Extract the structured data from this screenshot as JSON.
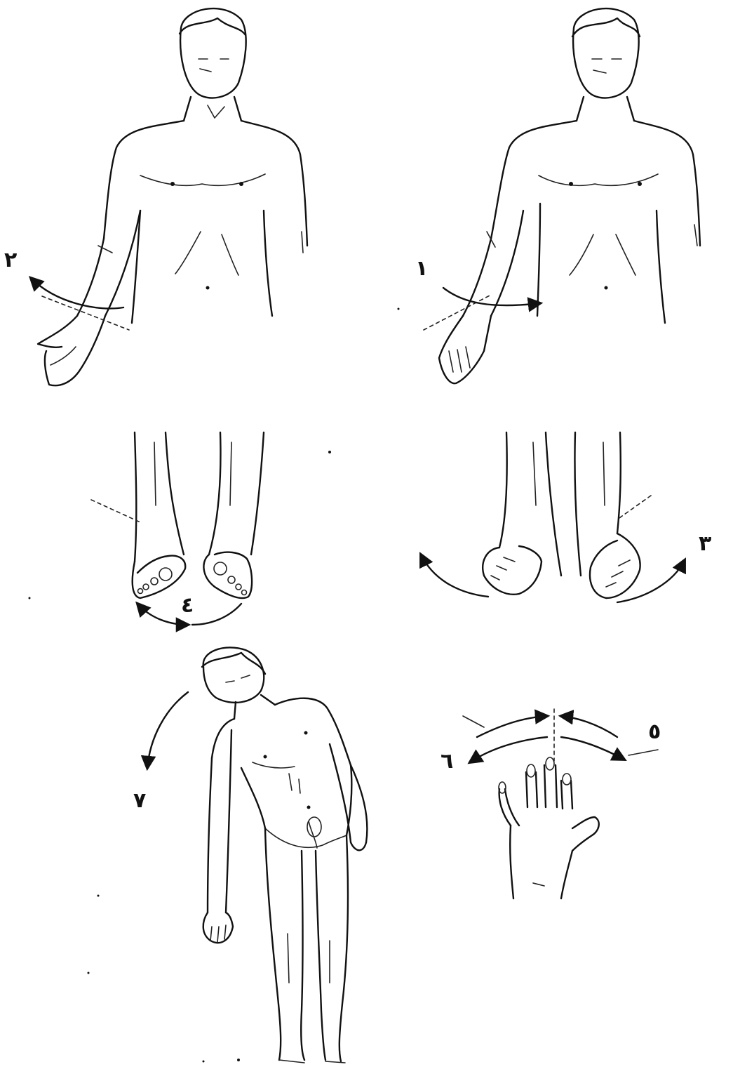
{
  "labels": {
    "fig1": "١",
    "fig2": "٢",
    "fig3": "٣",
    "fig4": "٤",
    "fig5": "٥",
    "fig6": "٦",
    "fig7": "٧"
  },
  "colors": {
    "ink": "#111111",
    "paper": "#ffffff"
  }
}
